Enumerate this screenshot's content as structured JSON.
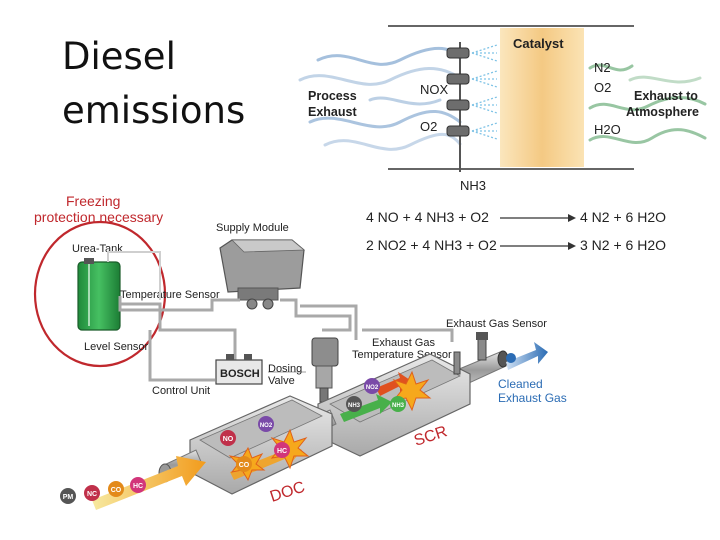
{
  "slide": {
    "title_line1": "Diesel",
    "title_line2": "emissions"
  },
  "catalyst_panel": {
    "catalyst_label": "Catalyst",
    "process_exhaust": [
      "Process",
      "Exhaust"
    ],
    "nox_label": "NOX",
    "o2_label": "O2",
    "nh3_label": "NH3",
    "out_n2": "N2",
    "out_o2": "O2",
    "out_h2o": "H2O",
    "exhaust_to_atmosphere": [
      "Exhaust to",
      "Atmosphere"
    ]
  },
  "reactions": [
    {
      "left": "4 NO + 4 NH3 + O2",
      "right": "4 N2 + 6 H2O"
    },
    {
      "left": "2 NO2 + 4 NH3 + O2",
      "right": "3 N2 + 6 H2O"
    }
  ],
  "system": {
    "freezing_note": [
      "Freezing",
      "protection necessary"
    ],
    "urea_tank": "Urea-Tank",
    "supply_module": "Supply Module",
    "temperature_sensor": "Temperature Sensor",
    "level_sensor": "Level Sensor",
    "exhaust_gas_sensor": "Exhaust Gas Sensor",
    "exhaust_gas_temp_sensor": [
      "Exhaust Gas",
      "Temperature Sensor"
    ],
    "bosch": "BOSCH",
    "dosing_valve": [
      "Dosing",
      "Valve"
    ],
    "control_unit": "Control Unit",
    "cleaned_exhaust": [
      "Cleaned",
      "Exhaust Gas"
    ],
    "scr": "SCR",
    "doc": "DOC",
    "badges": {
      "pm": "PM",
      "nc": "NC",
      "co": "CO",
      "hc": "HC",
      "no": "NO",
      "no2": "NO2",
      "nh3": "NH3"
    }
  },
  "colors": {
    "catalyst_fill": "#f3cf8e",
    "freezing_red": "#c0282d",
    "tank_green": "#2ea84a",
    "blue_flow": "#5d86b6",
    "green_flow": "#5fa36f",
    "cleaned_blue": "#2b6cb4",
    "scr_red": "#c0282d"
  }
}
